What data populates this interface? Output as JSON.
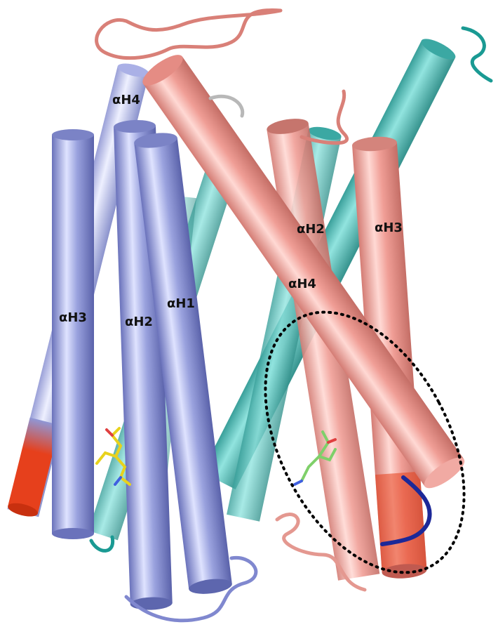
{
  "figure": {
    "labels": {
      "blue_h4": "αH4",
      "blue_h3": "αH3",
      "blue_h2": "αH2",
      "blue_h1": "αH1",
      "salmon_h2": "αH2",
      "salmon_h3": "αH3",
      "salmon_h4": "αH4"
    },
    "colors": {
      "blue_helix": "#8f97d6",
      "salmon_helix": "#ee9a92",
      "teal_helix": "#2ab2aa",
      "red_terminus": "#e6401c",
      "dark_blue_loop": "#1c2898",
      "dashed_ellipse": "#000000"
    }
  }
}
